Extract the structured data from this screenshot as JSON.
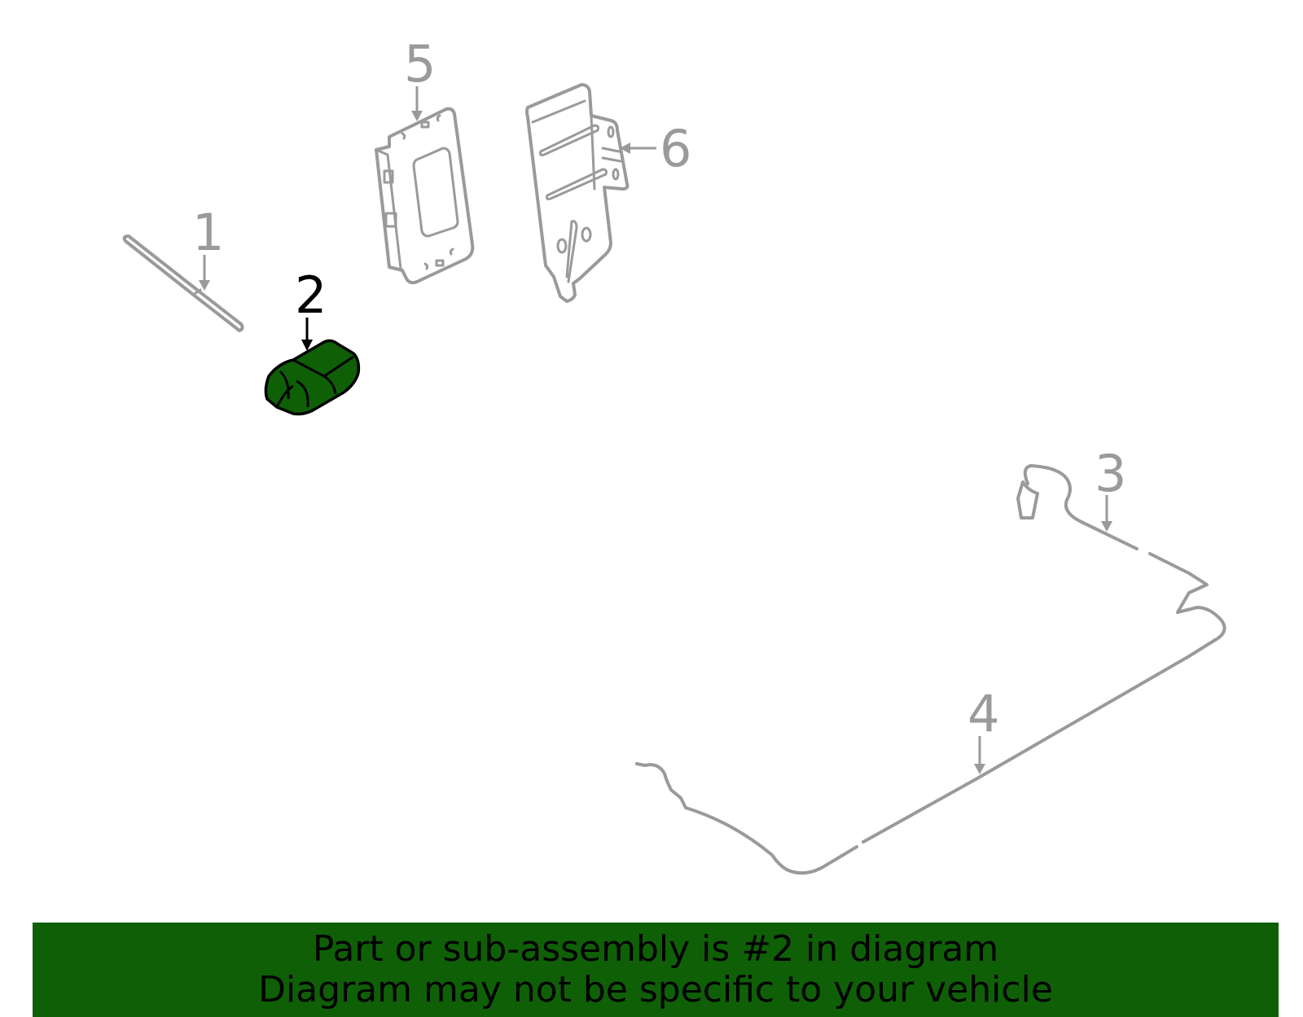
{
  "diagram": {
    "callouts": [
      {
        "id": "1",
        "label": "1",
        "highlighted": false
      },
      {
        "id": "2",
        "label": "2",
        "highlighted": true
      },
      {
        "id": "3",
        "label": "3",
        "highlighted": false
      },
      {
        "id": "4",
        "label": "4",
        "highlighted": false
      },
      {
        "id": "5",
        "label": "5",
        "highlighted": false
      },
      {
        "id": "6",
        "label": "6",
        "highlighted": false
      }
    ],
    "colors": {
      "part_line": "#9a9a9a",
      "highlight_fill": "#0f5f07",
      "highlight_line": "#000000",
      "banner_bg": "#0f5f07"
    }
  },
  "banner": {
    "line1": "Part or sub-assembly is #2 in diagram",
    "line2": "Diagram may not be specific to your vehicle"
  }
}
